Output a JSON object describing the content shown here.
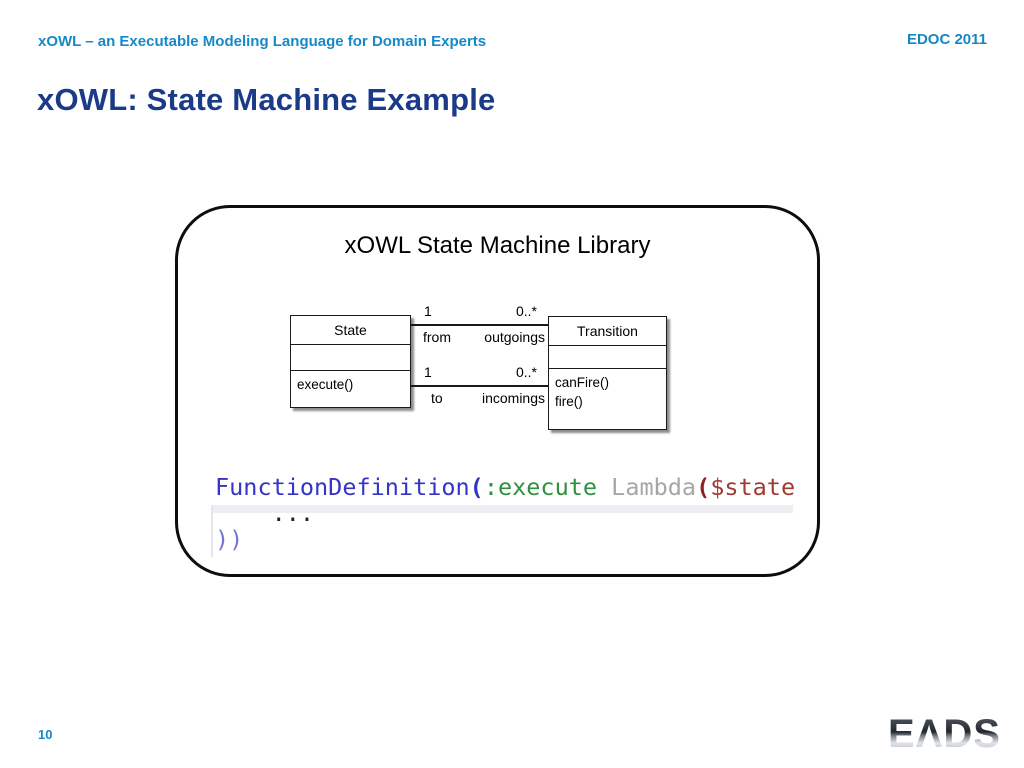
{
  "header": {
    "left_text": "xOWL – an Executable Modeling Language for Domain Experts",
    "right_text": "EDOC 2011"
  },
  "title": "xOWL: State Machine Example",
  "library": {
    "title": "xOWL State Machine Library",
    "uml": {
      "state_class": {
        "name": "State",
        "operations": [
          "execute()"
        ]
      },
      "transition_class": {
        "name": "Transition",
        "operations": [
          "canFire()",
          "fire()"
        ]
      },
      "associations": [
        {
          "source_mult": "1",
          "source_role": "from",
          "target_mult": "0..*",
          "target_role": "outgoings"
        },
        {
          "source_mult": "1",
          "source_role": "to",
          "target_mult": "0..*",
          "target_role": "incomings"
        }
      ]
    },
    "code": {
      "line1": {
        "function_name": "FunctionDefinition",
        "open_paren1": "(",
        "keyword": ":execute",
        "space": " ",
        "lambda": "Lambda",
        "open_paren2": "(",
        "variable": "$state"
      },
      "line2": "    ...",
      "line3": "))"
    }
  },
  "footer": {
    "page_number": "10",
    "logo_text": "EADS",
    "logo_display": "EΛDS"
  },
  "colors": {
    "accent_blue": "#1789c6",
    "title_navy": "#1b3a87",
    "code_blue": "#3434c8",
    "code_green": "#2e9140",
    "code_gray": "#a6a6a6",
    "code_red": "#a03a32",
    "code_light_blue": "#7474dc",
    "box_border": "#0d0d0d"
  }
}
